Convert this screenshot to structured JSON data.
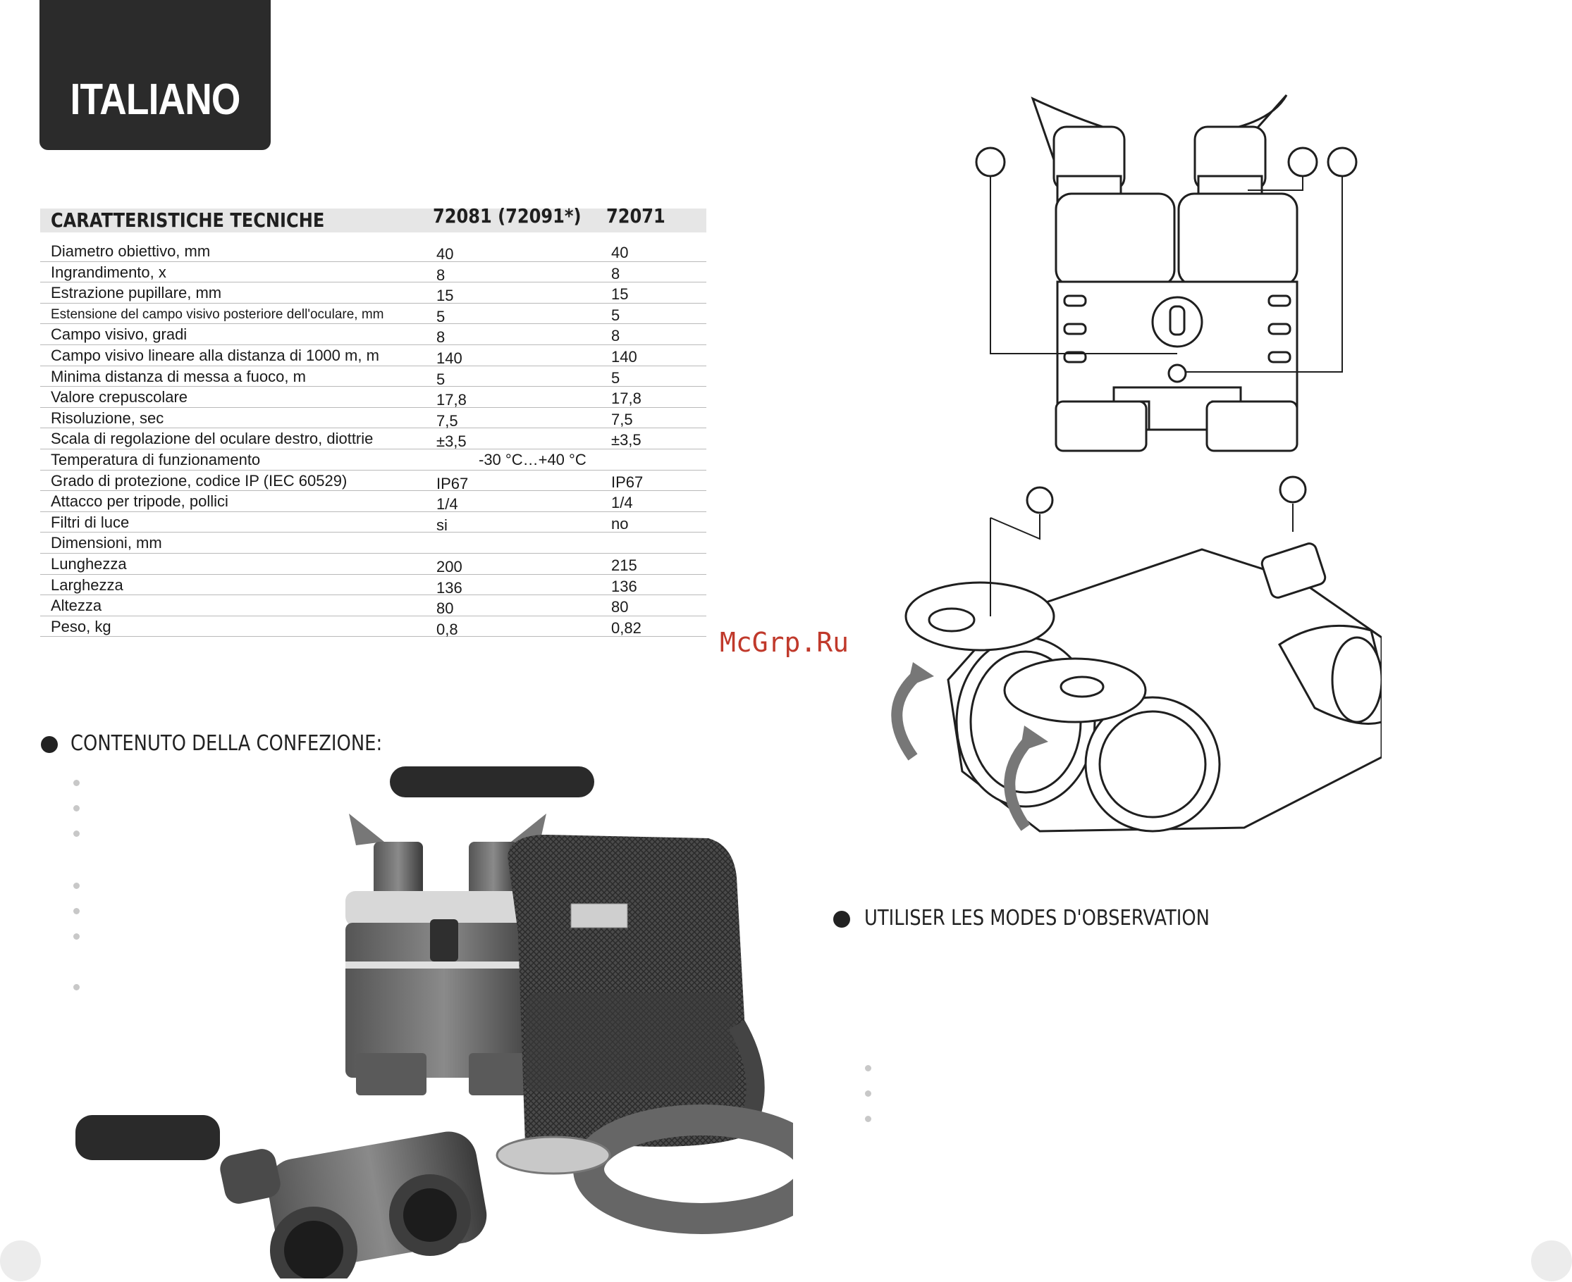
{
  "header": {
    "language": "ITALIANO"
  },
  "specs": {
    "title": "CARATTERISTICHE TECNICHE",
    "col1": "72081 (72091*)",
    "col2": "72071",
    "rows": [
      {
        "label": "Diametro obiettivo, mm",
        "v1": "40",
        "v2": "40"
      },
      {
        "label": "Ingrandimento, x",
        "v1": "8",
        "v2": "8"
      },
      {
        "label": "Estrazione pupillare, mm",
        "v1": "15",
        "v2": "15"
      },
      {
        "label": "Estensione del campo visivo posteriore dell'oculare, mm",
        "v1": "5",
        "v2": "5"
      },
      {
        "label": "Campo visivo, gradi",
        "v1": "8",
        "v2": "8"
      },
      {
        "label": "Campo visivo lineare alla distanza di 1000 m, m",
        "v1": "140",
        "v2": "140"
      },
      {
        "label": "Minima distanza di messa a fuoco, m",
        "v1": "5",
        "v2": "5"
      },
      {
        "label": "Valore crepuscolare",
        "v1": "17,8",
        "v2": "17,8"
      },
      {
        "label": "Risoluzione, sec",
        "v1": "7,5",
        "v2": "7,5"
      },
      {
        "label": "Scala di regolazione del oculare destro, diottrie",
        "v1": "±3,5",
        "v2": "±3,5"
      },
      {
        "label": "Temperatura di funzionamento",
        "span": "-30 °C…+40 °C"
      },
      {
        "label": "Grado di protezione, codice IP (IEC 60529)",
        "v1": "IP67",
        "v2": "IP67"
      },
      {
        "label": "Attacco per tripode, pollici",
        "v1": "1/4",
        "v2": "1/4"
      },
      {
        "label": "Filtri di luce",
        "v1": "si",
        "v2": "no"
      },
      {
        "label": "Dimensioni, mm",
        "v1": "",
        "v2": ""
      },
      {
        "label": "Lunghezza",
        "v1": "200",
        "v2": "215"
      },
      {
        "label": "Larghezza",
        "v1": "136",
        "v2": "136"
      },
      {
        "label": "Altezza",
        "v1": "80",
        "v2": "80"
      },
      {
        "label": "Peso, kg",
        "v1": "0,8",
        "v2": "0,82"
      }
    ]
  },
  "contents": {
    "title": "CONTENUTO DELLA CONFEZIONE:"
  },
  "observation": {
    "title": "UTILISER LES MODES D'OBSERVATION"
  },
  "watermark": "McGrp.Ru"
}
